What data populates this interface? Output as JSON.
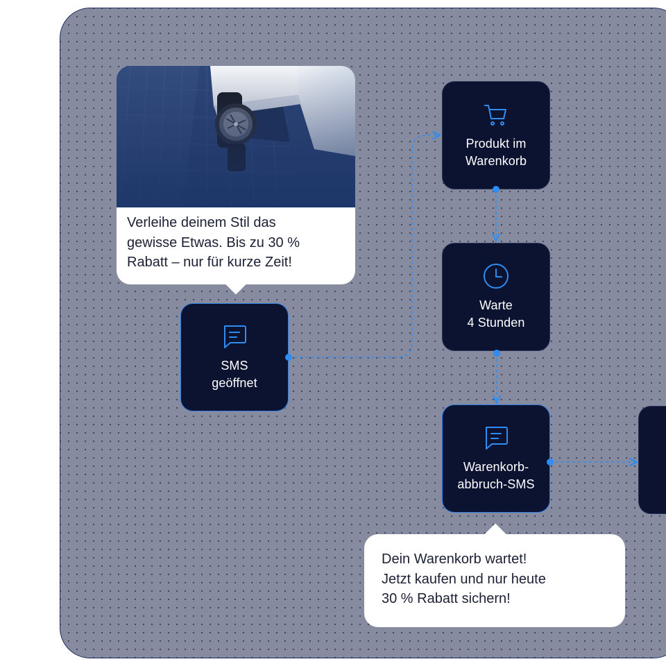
{
  "nodes": {
    "product_in_cart": {
      "label": "Produkt im\nWarenkorb",
      "icon": "shopping-cart-icon"
    },
    "wait": {
      "label": "Warte\n4 Stunden",
      "icon": "clock-icon"
    },
    "sms_opened": {
      "label": "SMS\ngeöffnet",
      "icon": "chat-message-icon"
    },
    "cart_abandon_sms": {
      "label": "Warenkorb-\nabbruch-SMS",
      "icon": "chat-message-icon"
    }
  },
  "bubbles": {
    "promo": {
      "text": "Verleihe deinem Stil das\ngewisse Etwas. Bis zu 30 %\nRabatt – nur für kurze Zeit!"
    },
    "cart_reminder": {
      "text": "Dein Warenkorb wartet!\nJetzt kaufen und nur heute\n30 % Rabatt sichern!"
    }
  },
  "colors": {
    "canvas": "#868ba0",
    "node_fill": "#0b1331",
    "node_border": "#2f7fe0",
    "accent": "#2f8cf0",
    "bubble": "#ffffff",
    "bubble_text": "#1b2035"
  }
}
